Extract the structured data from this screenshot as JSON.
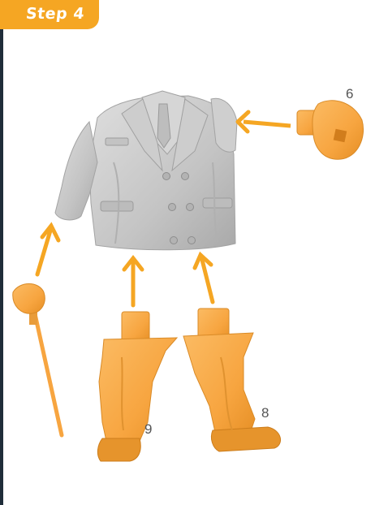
{
  "header": {
    "step_label": "Step 4"
  },
  "parts": [
    {
      "number": "6",
      "name": "right-hand"
    },
    {
      "number": "8",
      "name": "right-leg"
    },
    {
      "number": "9",
      "name": "left-leg"
    }
  ],
  "colors": {
    "accent": "#f5a623",
    "part": "#f9ad4e",
    "part_shadow": "#e08f2c",
    "model_gray": "#c9c9c9",
    "model_shadow": "#9e9e9e",
    "border": "#1f2d3a"
  }
}
